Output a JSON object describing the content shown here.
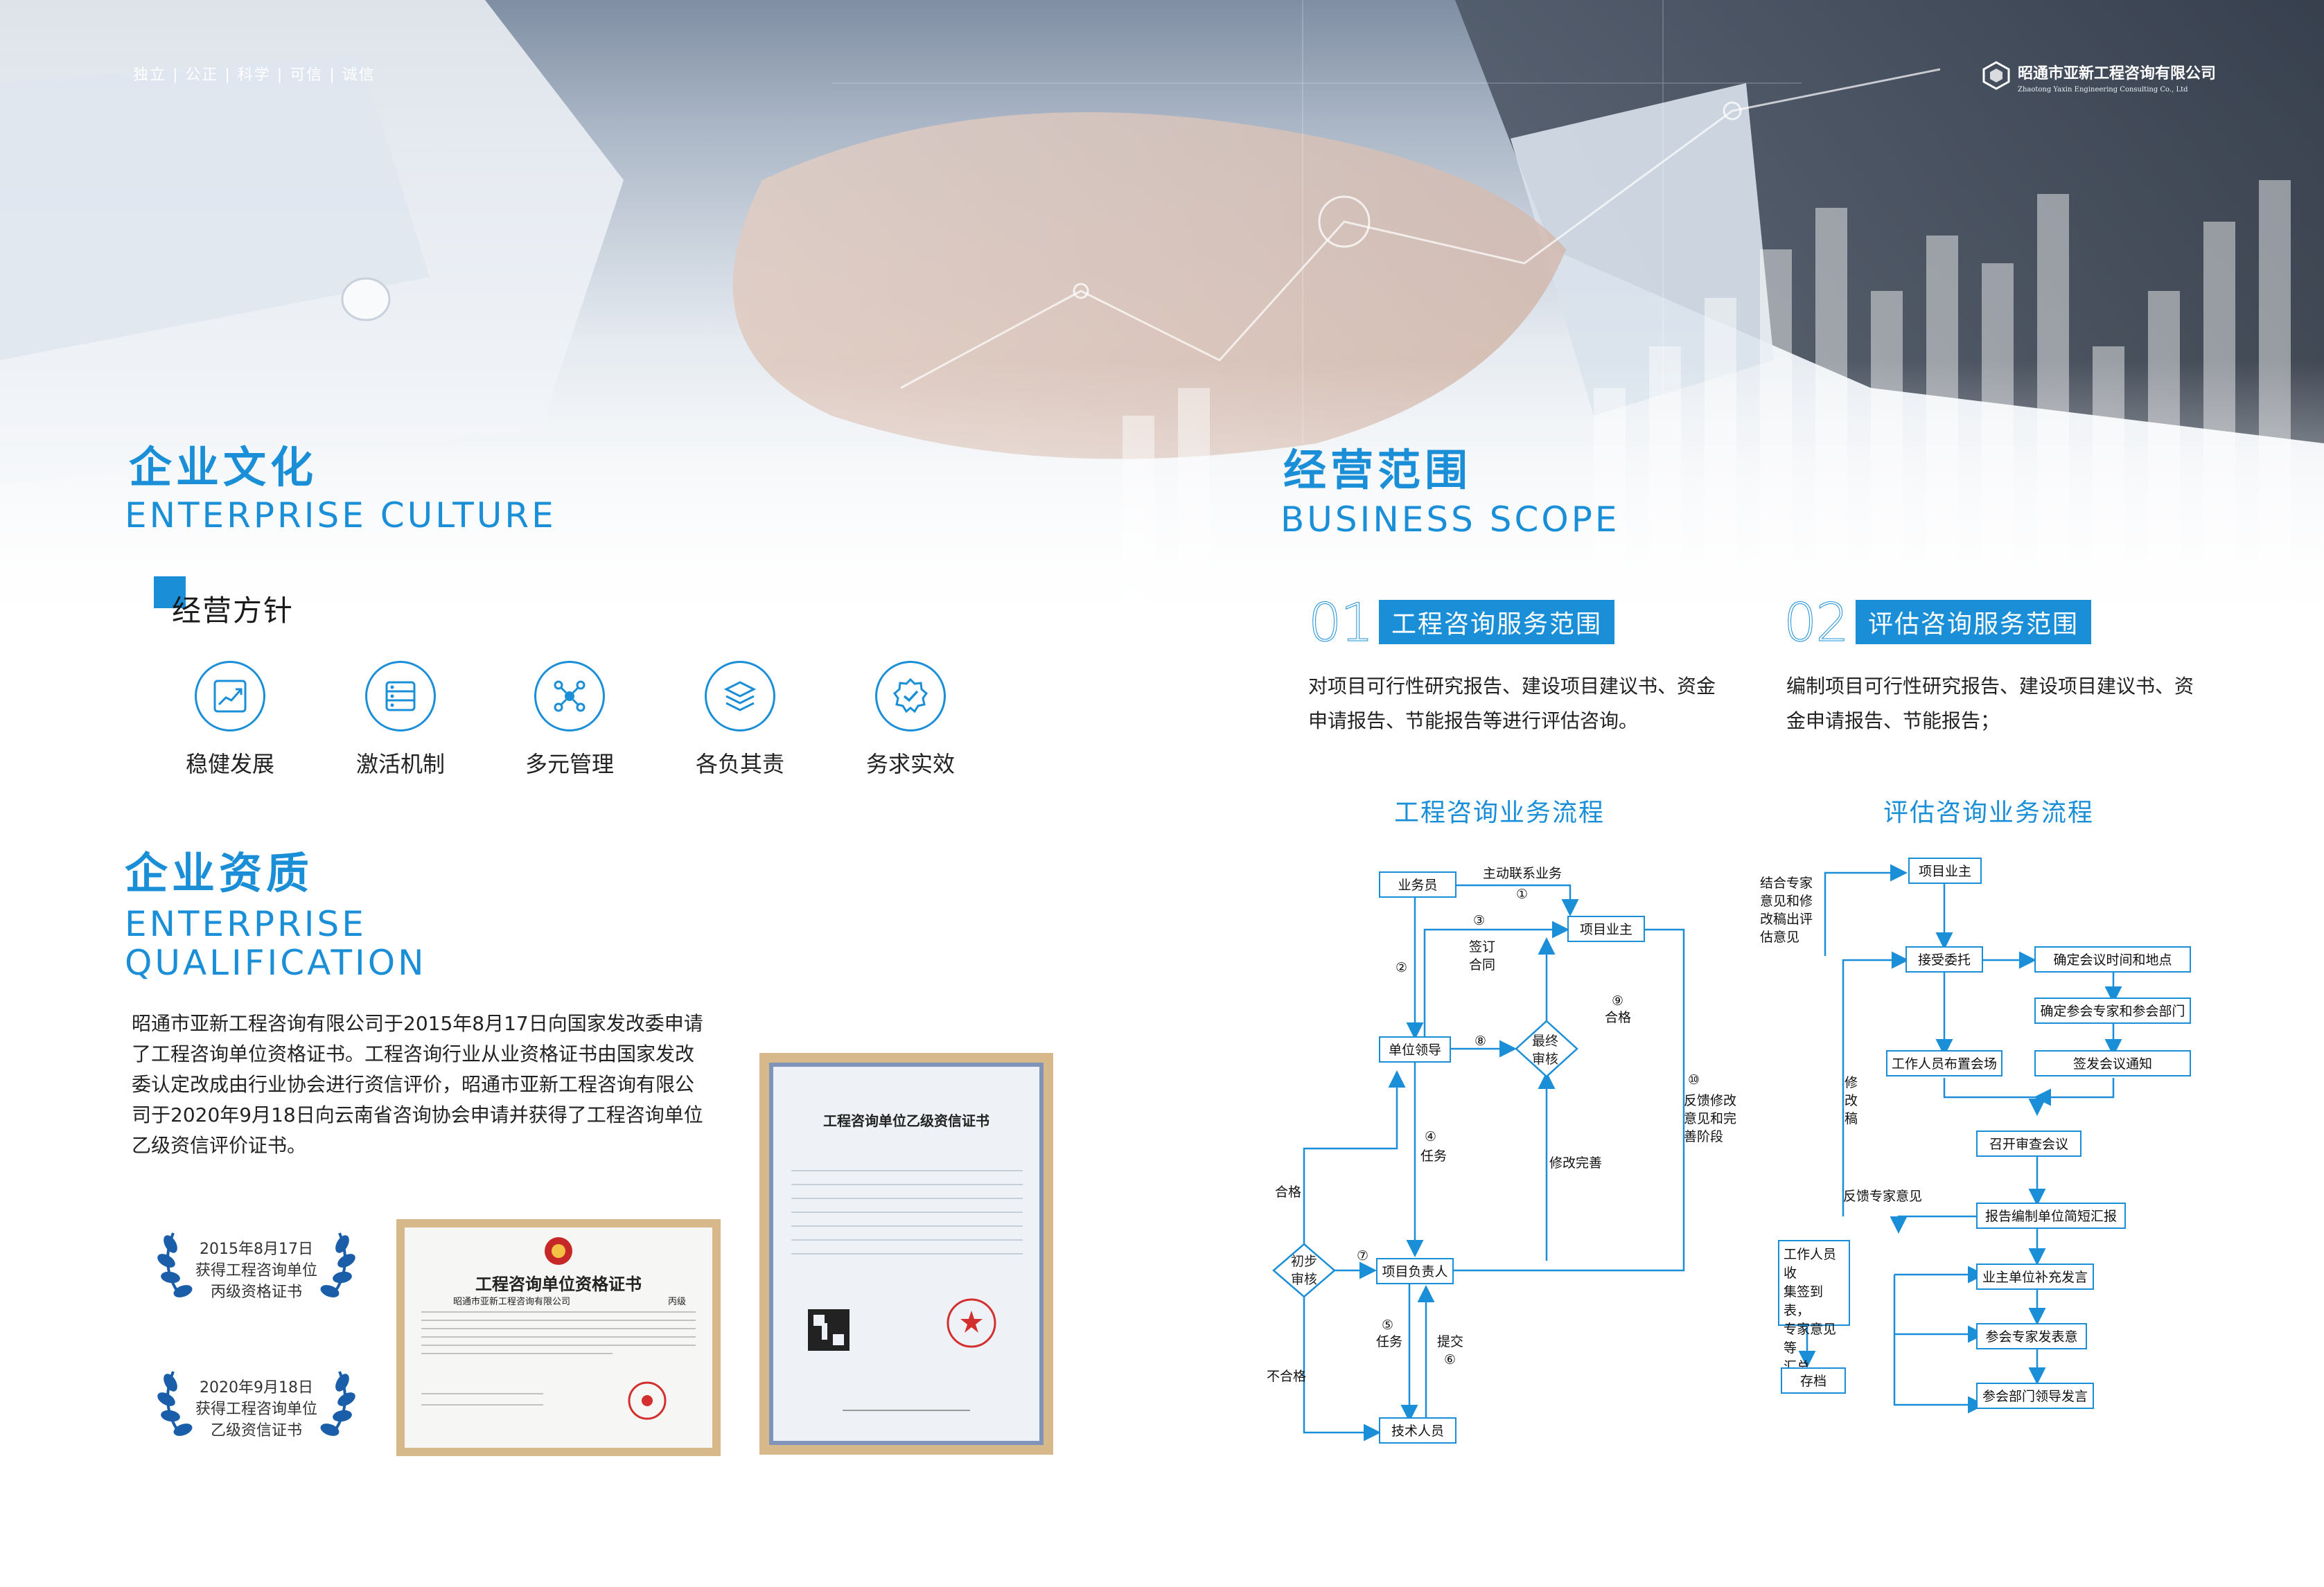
{
  "header": {
    "tagline": "独立 | 公正 | 科学 | 可信 | 诚信",
    "company_cn": "昭通市亚新工程咨询有限公司",
    "company_en": "Zhaotong Yaxin Engineering Consulting Co., Ltd"
  },
  "culture": {
    "title_cn": "企业文化",
    "title_en": "ENTERPRISE CULTURE",
    "subhead": "经营方针",
    "policies": [
      {
        "label": "稳健发展",
        "icon": "growth-chart-icon"
      },
      {
        "label": "激活机制",
        "icon": "list-stack-icon"
      },
      {
        "label": "多元管理",
        "icon": "network-nodes-icon"
      },
      {
        "label": "各负其责",
        "icon": "layers-icon"
      },
      {
        "label": "务求实效",
        "icon": "check-badge-icon"
      }
    ]
  },
  "qualification": {
    "title_cn": "企业资质",
    "title_en_1": "ENTERPRISE",
    "title_en_2": "QUALIFICATION",
    "paragraph_lines": [
      "昭通市亚新工程咨询有限公司于2015年8月17日向国家发改委申请",
      "了工程咨询单位资格证书。工程咨询行业从业资格证书由国家发改",
      "委认定改成由行业协会进行资信评价，昭通市亚新工程咨询有限公",
      "司于2020年9月18日向云南省咨询协会申请并获得了工程咨询单位",
      "乙级资信评价证书。"
    ],
    "badges": [
      {
        "line1": "2015年8月17日",
        "line2": "获得工程咨询单位",
        "line3": "丙级资格证书"
      },
      {
        "line1": "2020年9月18日",
        "line2": "获得工程咨询单位",
        "line3": "乙级资信证书"
      }
    ],
    "cert1": {
      "title": "工程咨询单位资格证书",
      "unit": "昭通市亚新工程咨询有限公司",
      "grade": "丙级"
    },
    "cert2": {
      "title": "工程咨询单位乙级资信证书"
    }
  },
  "scope": {
    "title_cn": "经营范围",
    "title_en": "BUSINESS SCOPE",
    "items": [
      {
        "num": "01",
        "tag": "工程咨询服务范围",
        "lines": [
          "对项目可行性研究报告、建设项目建议书、资金",
          "申请报告、节能报告等进行评估咨询。"
        ]
      },
      {
        "num": "02",
        "tag": "评估咨询服务范围",
        "lines": [
          "编制项目可行性研究报告、建设项目建议书、资",
          "金申请报告、节能报告；"
        ]
      }
    ]
  },
  "flow1": {
    "title": "工程咨询业务流程",
    "boxes": {
      "salesman": "业务员",
      "owner": "项目业主",
      "leader": "单位领导",
      "final_review": "最终\n审核",
      "initial_review": "初步\n审核",
      "pm": "项目负责人",
      "tech": "技术人员"
    },
    "labels": {
      "l1": "主动联系业务",
      "n1": "①",
      "n2": "②",
      "n3": "③",
      "sign": "签订\n合同",
      "n8": "⑧",
      "n9": "⑨",
      "pass1": "合格",
      "n4": "④",
      "task1": "任务",
      "n10": "⑩",
      "feedback": "反馈修改\n意见和完\n善阶段",
      "fix": "修改完善",
      "pass2": "合格",
      "n7": "⑦",
      "n5": "⑤",
      "task2": "任务",
      "submit": "提交",
      "n6": "⑥",
      "fail": "不合格"
    }
  },
  "flow2": {
    "title": "评估咨询业务流程",
    "boxes": {
      "owner": "项目业主",
      "accept": "接受委托",
      "confirm_time": "确定会议时间和地点",
      "confirm_experts": "确定参会专家和参会部门",
      "staff_venue": "工作人员布置会场",
      "notice": "签发会议通知",
      "meeting": "召开审查会议",
      "report": "报告编制单位简短汇报",
      "collect": "工作人员收\n集签到表，\n专家意见等\n汇总",
      "owner_speak": "业主单位补充发言",
      "expert_speak": "参会专家发表意",
      "dept_speak": "参会部门领导发言",
      "archive": "存档"
    },
    "labels": {
      "combine": "结合专家\n意见和修\n改稿出评\n估意见",
      "revise": "修\n改\n稿",
      "feedback": "反馈专家意见"
    }
  },
  "colors": {
    "accent": "#1a8fd8",
    "frame": "#d6b88a"
  }
}
